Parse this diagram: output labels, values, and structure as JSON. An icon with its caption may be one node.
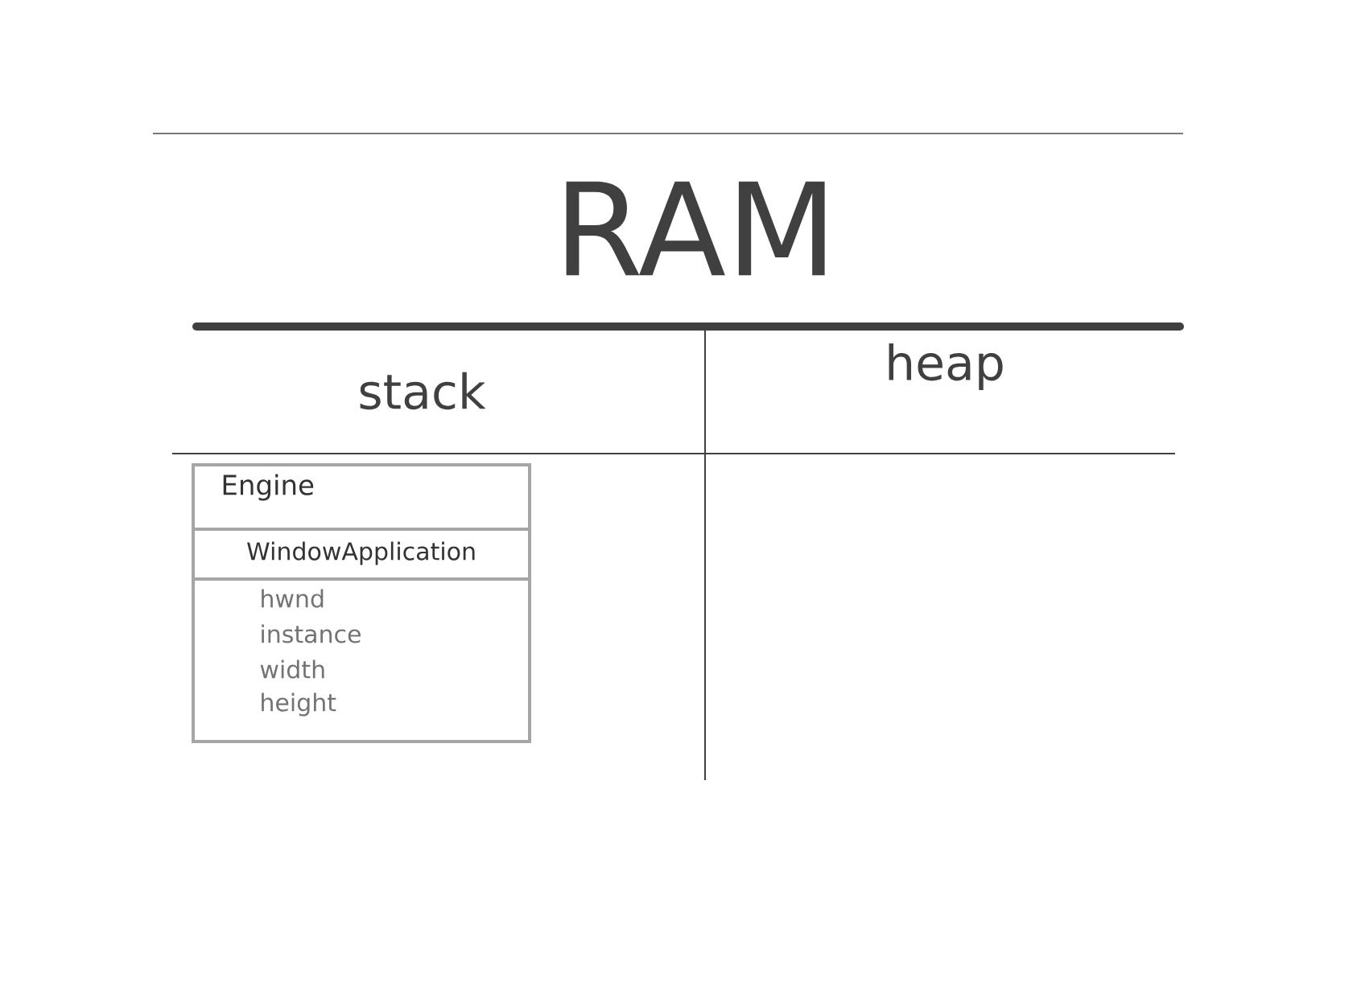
{
  "diagram": {
    "title": "RAM",
    "nodes": [
      {
        "text": [
          "Engine"
        ]
      },
      {
        "text": [
          "WindowApplication",
          "hwnd",
          "instance",
          "width",
          "height"
        ],
        "in": 0
      }
    ],
    "labels": [
      "stack",
      "heap"
    ]
  }
}
